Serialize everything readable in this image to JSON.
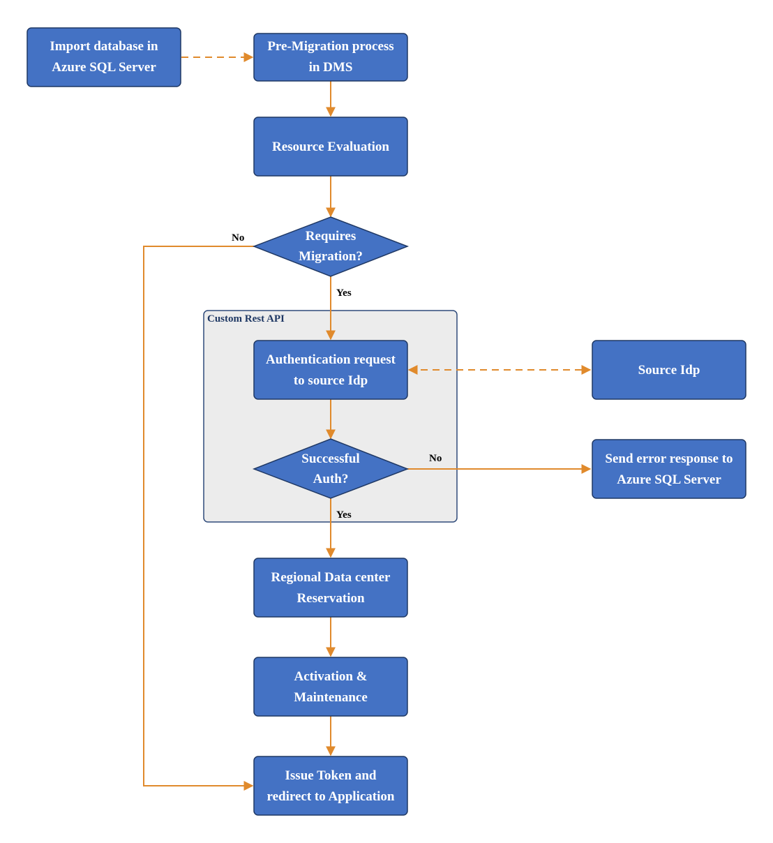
{
  "colors": {
    "node_fill": "#4472c4",
    "node_stroke": "#1f3864",
    "edge": "#e08a2c",
    "group_fill": "#ececec",
    "group_stroke": "#2e4a7a"
  },
  "group": {
    "label": "Custom Rest API"
  },
  "nodes": {
    "import_db": {
      "line1": "Import database in",
      "line2": "Azure SQL Server"
    },
    "pre_migration": {
      "line1": "Pre-Migration process",
      "line2": "in DMS"
    },
    "resource_eval": {
      "line1": "Resource Evaluation"
    },
    "requires_migration": {
      "line1": "Requires",
      "line2": "Migration?"
    },
    "auth_request": {
      "line1": "Authentication request",
      "line2": "to source Idp"
    },
    "source_idp": {
      "line1": "Source Idp"
    },
    "successful_auth": {
      "line1": "Successful",
      "line2": "Auth?"
    },
    "send_error": {
      "line1": "Send error response to",
      "line2": "Azure SQL Server"
    },
    "regional_dc": {
      "line1": "Regional Data center",
      "line2": "Reservation"
    },
    "activation": {
      "line1": "Activation &",
      "line2": "Maintenance"
    },
    "issue_token": {
      "line1": "Issue Token and",
      "line2": "redirect to Application"
    }
  },
  "edge_labels": {
    "req_no": "No",
    "req_yes": "Yes",
    "auth_no": "No",
    "auth_yes": "Yes"
  }
}
